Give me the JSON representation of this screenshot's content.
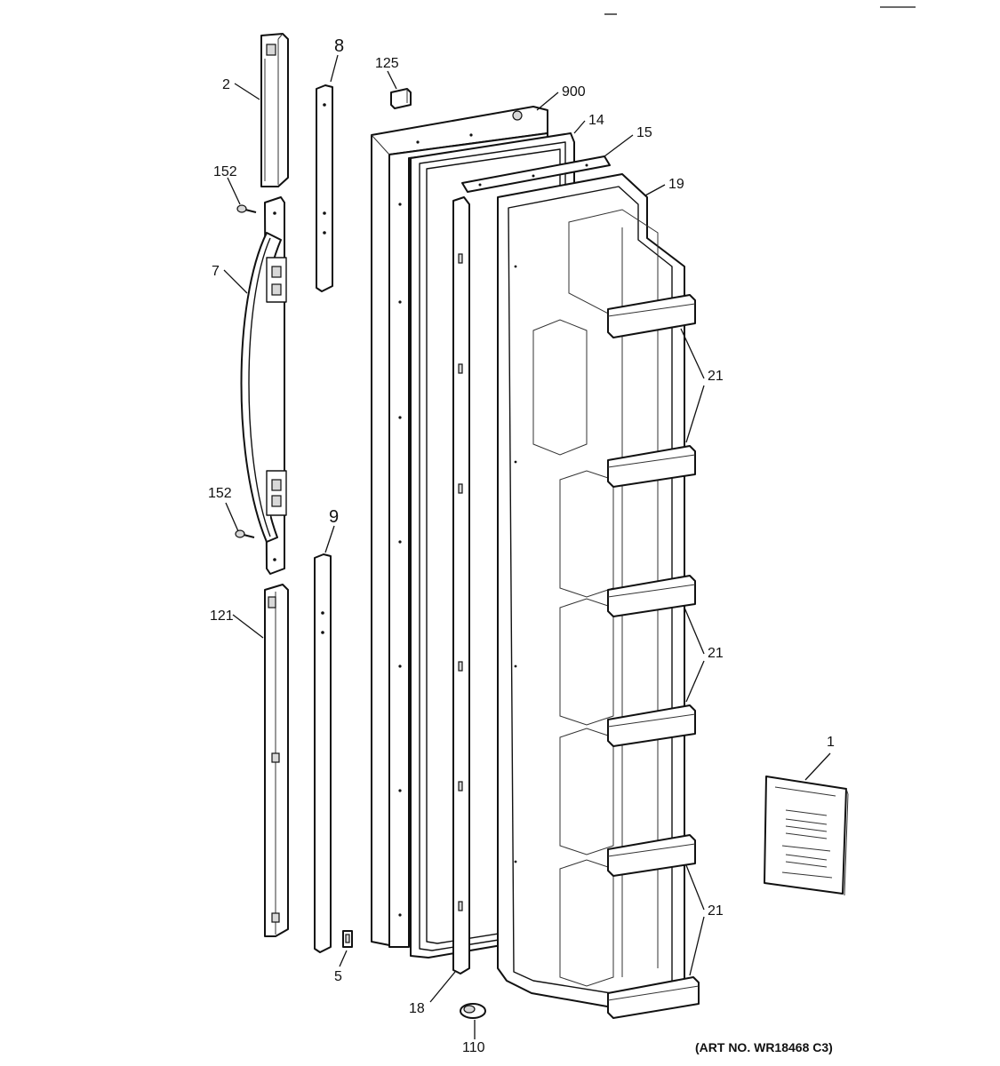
{
  "diagram": {
    "art_number": "(ART NO. WR18468 C3)",
    "callouts": {
      "c1": "1",
      "c2": "2",
      "c5": "5",
      "c7": "7",
      "c8": "8",
      "c9": "9",
      "c14": "14",
      "c15": "15",
      "c18": "18",
      "c19": "19",
      "c21a": "21",
      "c21b": "21",
      "c21c": "21",
      "c110": "110",
      "c121": "121",
      "c125": "125",
      "c152a": "152",
      "c152b": "152",
      "c900": "900"
    }
  }
}
